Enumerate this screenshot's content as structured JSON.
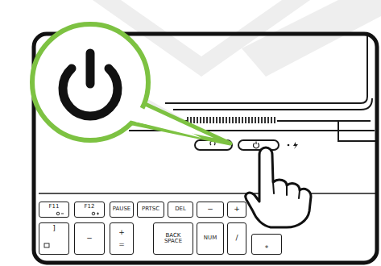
{
  "diagram": {
    "nodes": [
      {
        "text": [
          "F11"
        ]
      },
      {
        "text": [
          "F12"
        ]
      },
      {
        "text": [
          "PAUSE"
        ]
      },
      {
        "text": [
          "PRTSC"
        ]
      },
      {
        "text": [
          "DEL"
        ]
      },
      {
        "text": [
          "−"
        ]
      },
      {
        "text": [
          "+"
        ]
      },
      {
        "text": [
          "]"
        ]
      },
      {
        "text": [
          "−"
        ]
      },
      {
        "text": [
          "+",
          "="
        ]
      },
      {
        "text": [
          "BACK SPACE"
        ]
      },
      {
        "text": [
          "NUM"
        ]
      },
      {
        "text": [
          "/"
        ]
      },
      {
        "text": [
          "*"
        ]
      }
    ]
  }
}
